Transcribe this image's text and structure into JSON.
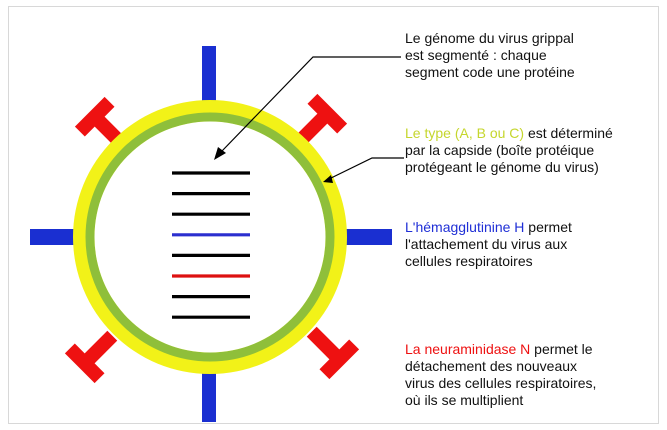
{
  "colors": {
    "envelope_outer": "#f2f218",
    "envelope_inner": "#8fbf3a",
    "hemagglutinin": "#1a2fd1",
    "neuraminidase": "#ee1111",
    "segment_black": "#000000",
    "segment_blue": "#2b2fcf",
    "segment_red": "#dd1111",
    "highlight_yellow": "#c5d62d",
    "highlight_blue": "#1f2fd6",
    "highlight_red": "#ee1111"
  },
  "labels": {
    "genome": {
      "line1": "Le génome du virus grippal",
      "line2": "est segmenté : chaque",
      "line3": "segment code une protéine"
    },
    "type": {
      "highlight": "Le type (A, B ou C)",
      "rest1": " est déterminé",
      "line2": "par la capside (boîte protéique",
      "line3": "protégeant le génome du virus)"
    },
    "hemagglutinin": {
      "highlight": "L'hémagglutinine H",
      "rest1": " permet",
      "line2": "l'attachement du virus aux",
      "line3": "cellules respiratoires"
    },
    "neuraminidase": {
      "highlight": "La neuraminidase N",
      "rest1": " permet le",
      "line2": "détachement des nouveaux",
      "line3": "virus des cellules respiratoires,",
      "line4": "où ils se multiplient"
    }
  },
  "segments": [
    "black",
    "black",
    "black",
    "blue",
    "black",
    "red",
    "black",
    "black"
  ]
}
